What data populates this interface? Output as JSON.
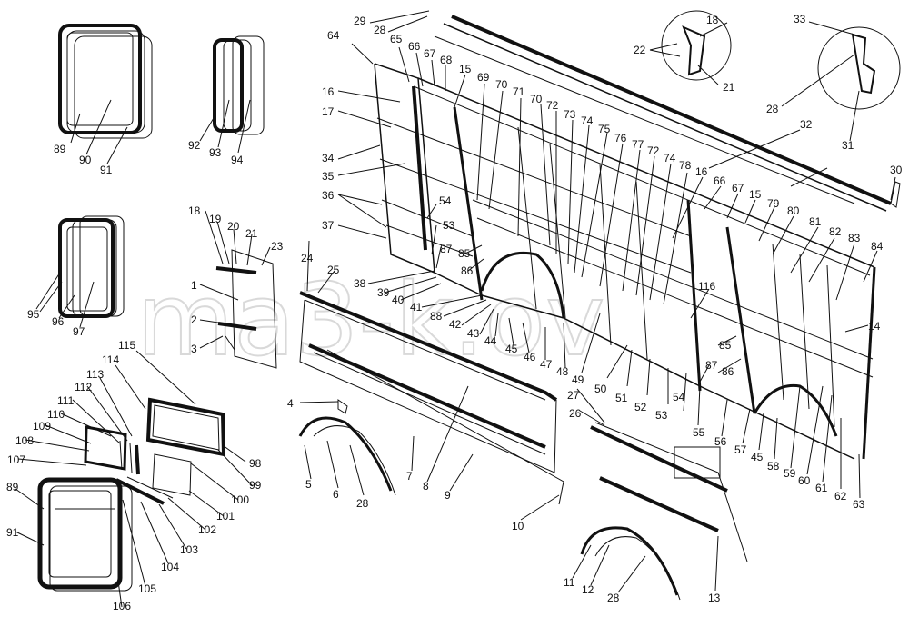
{
  "watermark": "ma3-k.ov",
  "labels": [
    "1",
    "2",
    "3",
    "4",
    "5",
    "6",
    "7",
    "8",
    "9",
    "10",
    "11",
    "12",
    "13",
    "14",
    "15",
    "16",
    "17",
    "18",
    "19",
    "20",
    "21",
    "22",
    "23",
    "24",
    "25",
    "26",
    "27",
    "28",
    "29",
    "30",
    "31",
    "32",
    "33",
    "34",
    "35",
    "36",
    "37",
    "38",
    "39",
    "40",
    "41",
    "42",
    "43",
    "44",
    "45",
    "46",
    "47",
    "48",
    "49",
    "50",
    "51",
    "52",
    "53",
    "54",
    "55",
    "56",
    "57",
    "58",
    "59",
    "60",
    "61",
    "62",
    "63",
    "64",
    "65",
    "66",
    "67",
    "68",
    "69",
    "70",
    "71",
    "72",
    "73",
    "74",
    "75",
    "76",
    "77",
    "78",
    "79",
    "80",
    "81",
    "82",
    "83",
    "84",
    "85",
    "86",
    "87",
    "88",
    "89",
    "90",
    "91",
    "92",
    "93",
    "94",
    "95",
    "96",
    "97",
    "98",
    "99",
    "100",
    "101",
    "102",
    "103",
    "104",
    "105",
    "106",
    "107",
    "108",
    "109",
    "110",
    "111",
    "112",
    "113",
    "114",
    "115",
    "116"
  ]
}
